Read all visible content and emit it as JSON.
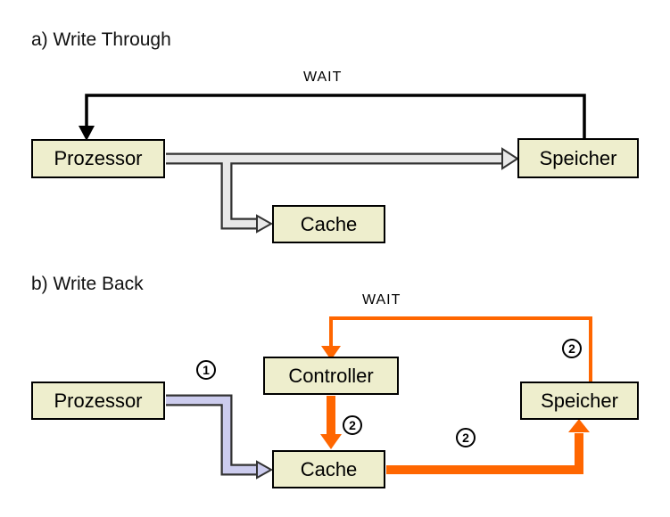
{
  "colors": {
    "box_fill": "#eeeecd",
    "box_border": "#000000",
    "orange": "#ff6600",
    "lavender": "#ccccee",
    "arrow_gray": "#e8e8e8",
    "arrow_outline": "#333333",
    "wait_line_black": "#000000"
  },
  "section_a": {
    "title": "a) Write Through",
    "wait_label": "WAIT",
    "boxes": {
      "prozessor": "Prozessor",
      "speicher": "Speicher",
      "cache": "Cache"
    }
  },
  "section_b": {
    "title": "b) Write Back",
    "wait_label": "WAIT",
    "boxes": {
      "prozessor": "Prozessor",
      "controller": "Controller",
      "speicher": "Speicher",
      "cache": "Cache"
    },
    "steps": {
      "one": "1",
      "two_controller": "2",
      "two_memory": "2",
      "two_wait": "2"
    }
  }
}
